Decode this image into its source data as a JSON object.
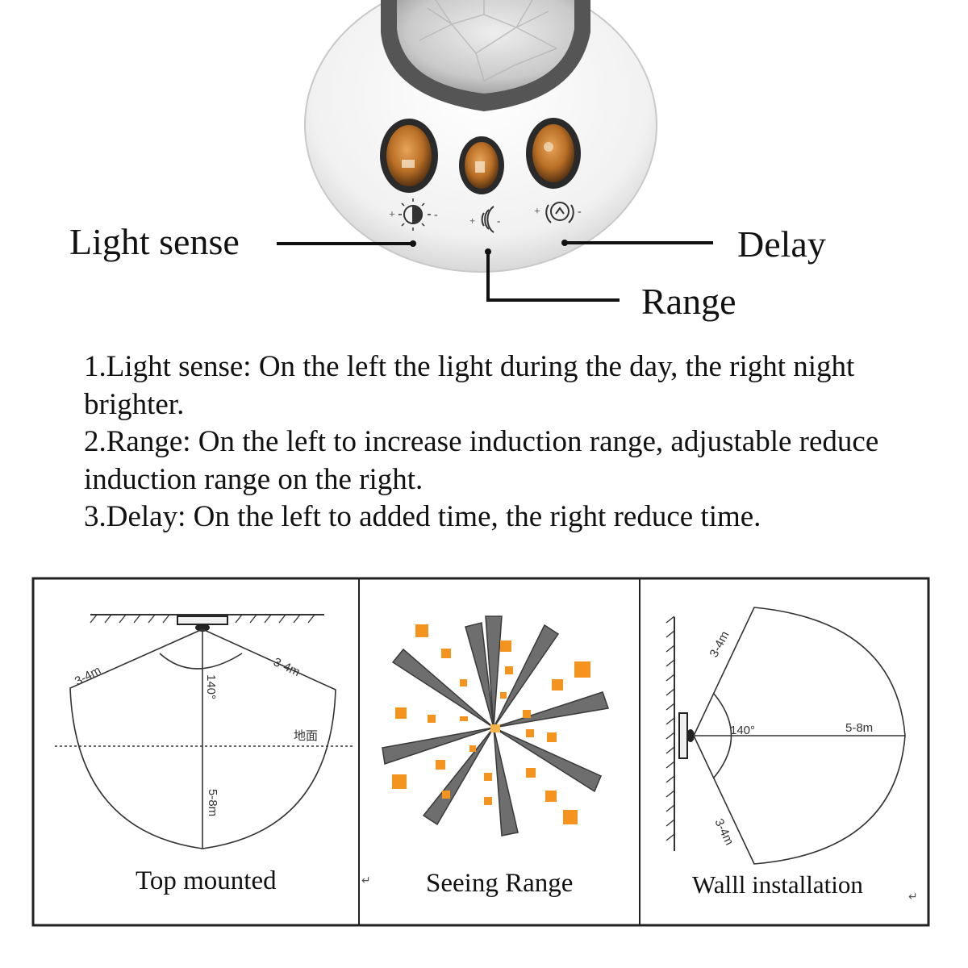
{
  "callouts": {
    "light_sense": "Light sense",
    "delay": "Delay",
    "range": "Range"
  },
  "description": {
    "line1": "1.Light sense: On the left the light during the day, the right night brighter.",
    "line2": "2.Range: On the left to increase induction range, adjustable reduce induction range on the right.",
    "line3": "3.Delay: On the left to added time, the right reduce time."
  },
  "panels": {
    "top": {
      "caption": "Top mounted",
      "side_left": "3-4m",
      "side_right": "3-4m",
      "angle": "140°",
      "depth": "5-8m",
      "ground": "地面"
    },
    "seeing": {
      "caption": "Seeing Range"
    },
    "wall": {
      "caption": "Walll installation",
      "side_top": "3-4m",
      "side_bottom": "3-4m",
      "angle": "140°",
      "distance": "5-8m"
    },
    "marks": {
      "return_symbol": "↵"
    }
  },
  "colors": {
    "accent_orange": "#f5931f",
    "ray_gray": "#6e6e6e",
    "knob_amber": "#c07a2c"
  },
  "icons": [
    "sun-moon-icon",
    "wave-range-icon",
    "clock-cycle-icon"
  ]
}
